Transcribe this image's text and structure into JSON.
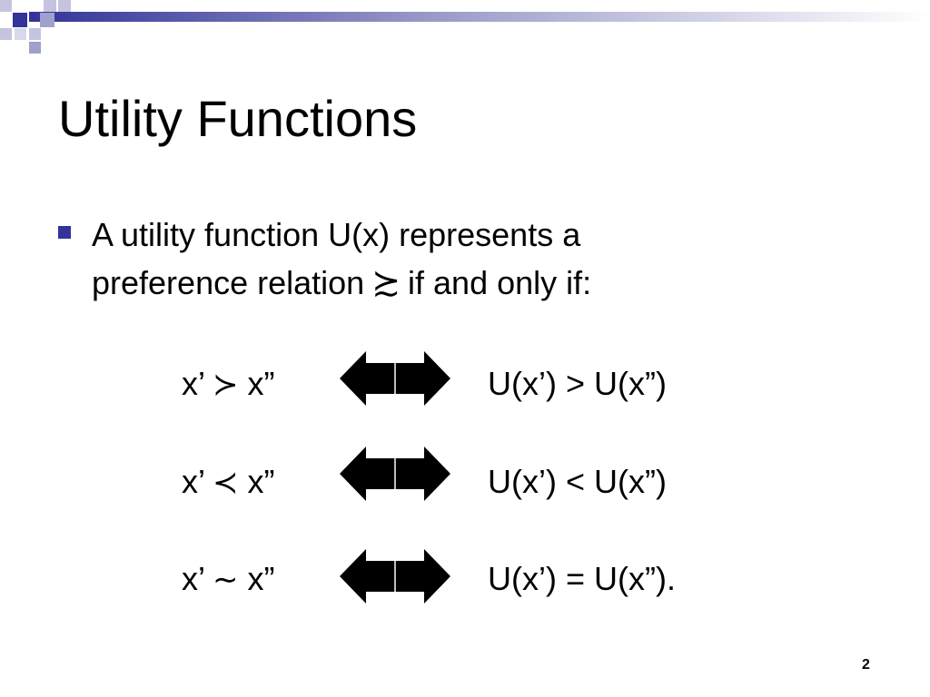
{
  "slide": {
    "title": "Utility Functions",
    "page_number": "2",
    "accent_color": "#333399",
    "bullet": {
      "line1": "A utility function U(x) represents a",
      "line2_before": "preference relation",
      "line2_symbol": "≿",
      "line2_after": "if and only if:"
    },
    "rows": [
      {
        "left": "x’",
        "symbol": "≻",
        "right": "x”",
        "arrow_icon": "double-arrow-icon",
        "equation": "U(x’) > U(x”)"
      },
      {
        "left": "x’",
        "symbol": "≺",
        "right": "x”",
        "arrow_icon": "double-arrow-icon",
        "equation": "U(x’) < U(x”)"
      },
      {
        "left": "x’",
        "symbol": "∼",
        "right": "x”",
        "arrow_icon": "double-arrow-icon",
        "equation": "U(x’) = U(x”)."
      }
    ]
  }
}
